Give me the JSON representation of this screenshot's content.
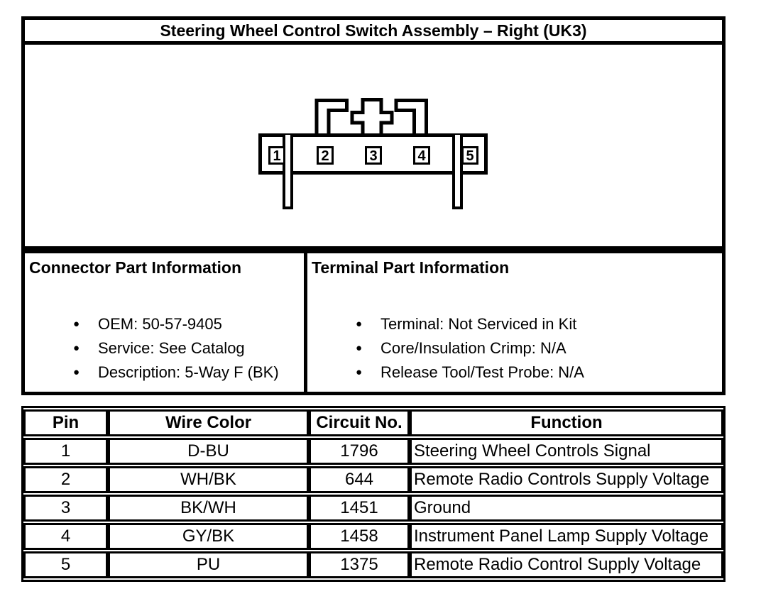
{
  "title": "Steering Wheel Control Switch Assembly – Right (UK3)",
  "diagram": {
    "pin_labels": [
      "1",
      "2",
      "3",
      "4",
      "5"
    ]
  },
  "connector_info": {
    "heading": "Connector Part Information",
    "items": [
      "OEM: 50-57-9405",
      "Service: See Catalog",
      "Description: 5-Way F (BK)"
    ]
  },
  "terminal_info": {
    "heading": "Terminal Part Information",
    "items": [
      "Terminal: Not Serviced in Kit",
      "Core/Insulation Crimp: N/A",
      "Release Tool/Test Probe: N/A"
    ]
  },
  "pin_table": {
    "headers": [
      "Pin",
      "Wire Color",
      "Circuit No.",
      "Function"
    ],
    "rows": [
      {
        "pin": "1",
        "wire_color": "D-BU",
        "circuit": "1796",
        "function": "Steering Wheel Controls Signal"
      },
      {
        "pin": "2",
        "wire_color": "WH/BK",
        "circuit": "644",
        "function": "Remote Radio Controls Supply Voltage"
      },
      {
        "pin": "3",
        "wire_color": "BK/WH",
        "circuit": "1451",
        "function": "Ground"
      },
      {
        "pin": "4",
        "wire_color": "GY/BK",
        "circuit": "1458",
        "function": "Instrument Panel Lamp Supply Voltage"
      },
      {
        "pin": "5",
        "wire_color": "PU",
        "circuit": "1375",
        "function": "Remote Radio Control Supply Voltage"
      }
    ]
  }
}
